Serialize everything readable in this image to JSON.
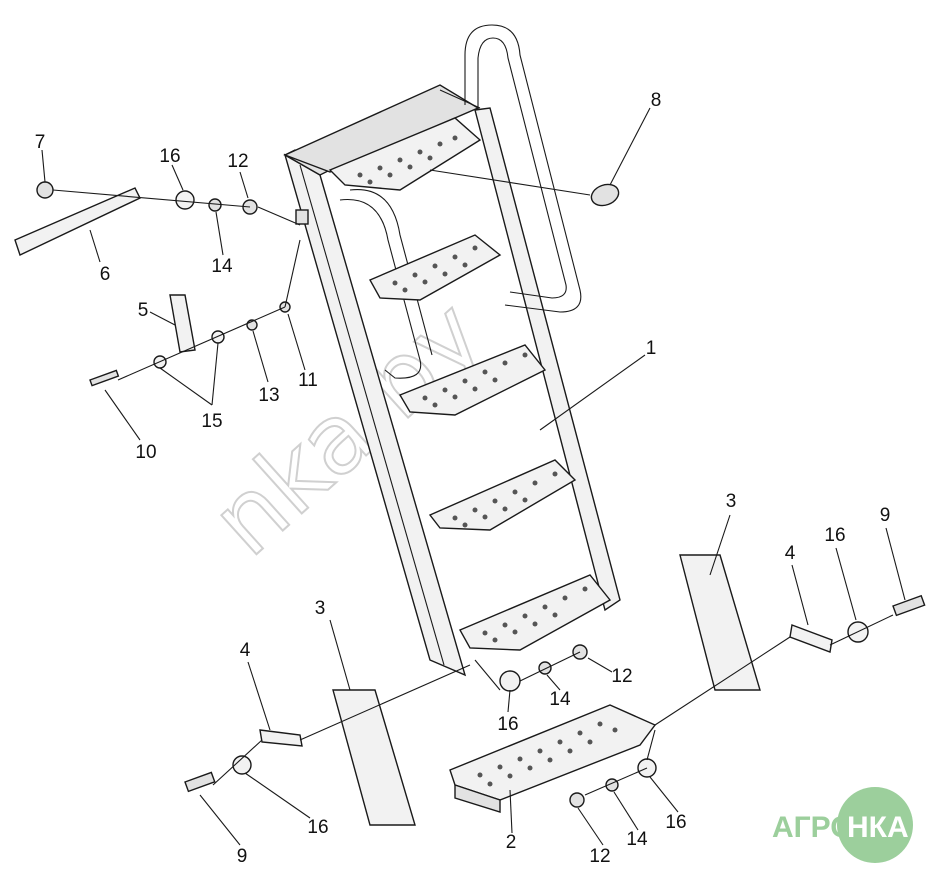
{
  "watermark": {
    "text": "nka.by"
  },
  "logo": {
    "left": "АГРО",
    "right": "НКА"
  },
  "callouts": [
    {
      "id": "c1",
      "text": "1"
    },
    {
      "id": "c2",
      "text": "2"
    },
    {
      "id": "c3a",
      "text": "3"
    },
    {
      "id": "c3b",
      "text": "3"
    },
    {
      "id": "c4a",
      "text": "4"
    },
    {
      "id": "c4b",
      "text": "4"
    },
    {
      "id": "c5",
      "text": "5"
    },
    {
      "id": "c6",
      "text": "6"
    },
    {
      "id": "c7",
      "text": "7"
    },
    {
      "id": "c8",
      "text": "8"
    },
    {
      "id": "c9a",
      "text": "9"
    },
    {
      "id": "c9b",
      "text": "9"
    },
    {
      "id": "c10",
      "text": "10"
    },
    {
      "id": "c11",
      "text": "11"
    },
    {
      "id": "c12a",
      "text": "12"
    },
    {
      "id": "c12b",
      "text": "12"
    },
    {
      "id": "c12c",
      "text": "12"
    },
    {
      "id": "c13",
      "text": "13"
    },
    {
      "id": "c14a",
      "text": "14"
    },
    {
      "id": "c14b",
      "text": "14"
    },
    {
      "id": "c14c",
      "text": "14"
    },
    {
      "id": "c15",
      "text": "15"
    },
    {
      "id": "c16a",
      "text": "16"
    },
    {
      "id": "c16b",
      "text": "16"
    },
    {
      "id": "c16c",
      "text": "16"
    },
    {
      "id": "c16d",
      "text": "16"
    },
    {
      "id": "c16e",
      "text": "16"
    }
  ]
}
